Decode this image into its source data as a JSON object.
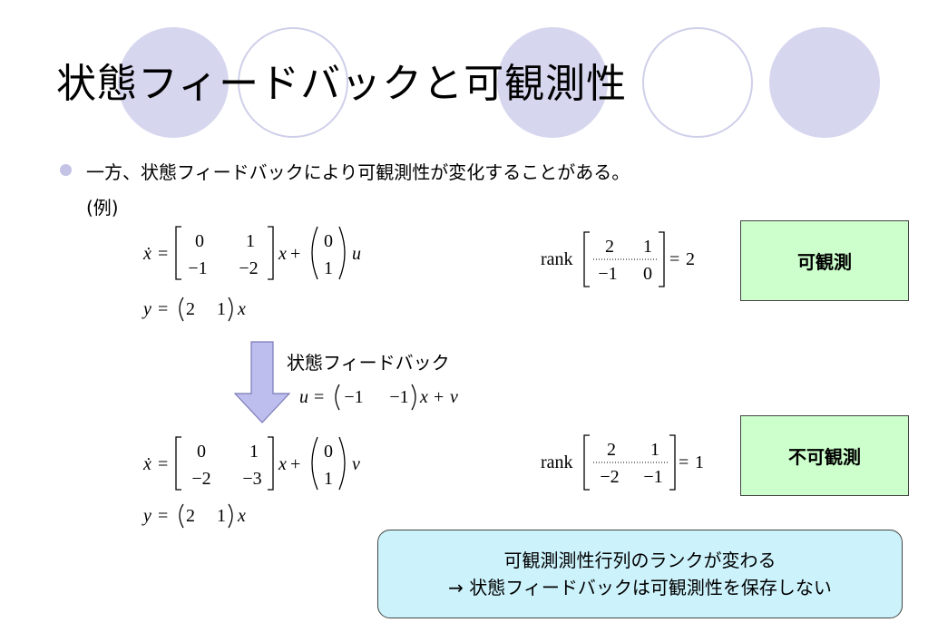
{
  "slide": {
    "title": "状態フィードバックと可観測性",
    "bullet": "一方、状態フィードバックにより可観測性が変化することがある。",
    "example_label": "(例)",
    "system_before": {
      "xdot_lhs": "ẋ",
      "A": [
        [
          "0",
          "1"
        ],
        [
          "−1",
          "−2"
        ]
      ],
      "B": [
        "0",
        "1"
      ],
      "input": "u",
      "output_row": [
        "2",
        "1"
      ]
    },
    "rank_before": {
      "word": "rank",
      "matrix": [
        [
          "2",
          "1"
        ],
        [
          "−1",
          "0"
        ]
      ],
      "value": "2"
    },
    "status_before": "可観測",
    "feedback_label": "状態フィードバック",
    "feedback_gain": [
      "−1",
      "−1"
    ],
    "feedback_input": "v",
    "system_after": {
      "xdot_lhs": "ẋ",
      "A": [
        [
          "0",
          "1"
        ],
        [
          "−2",
          "−3"
        ]
      ],
      "B": [
        "0",
        "1"
      ],
      "input": "v",
      "output_row": [
        "2",
        "1"
      ]
    },
    "rank_after": {
      "word": "rank",
      "matrix": [
        [
          "2",
          "1"
        ],
        [
          "−2",
          "−1"
        ]
      ],
      "value": "1"
    },
    "status_after": "不可観測",
    "conclusion_line1": "可観測測性行列のランクが変わる",
    "conclusion_line2": "→ 状態フィードバックは可観測性を保存しない"
  },
  "colors": {
    "decor_circle_fill": "#d6d6ef",
    "decor_circle_ring": "#cfcfea",
    "bullet": "#c3c3e6",
    "status_box": "#ccffcc",
    "conclusion_box": "#ccf2fb",
    "arrow": "#bdbdee"
  }
}
